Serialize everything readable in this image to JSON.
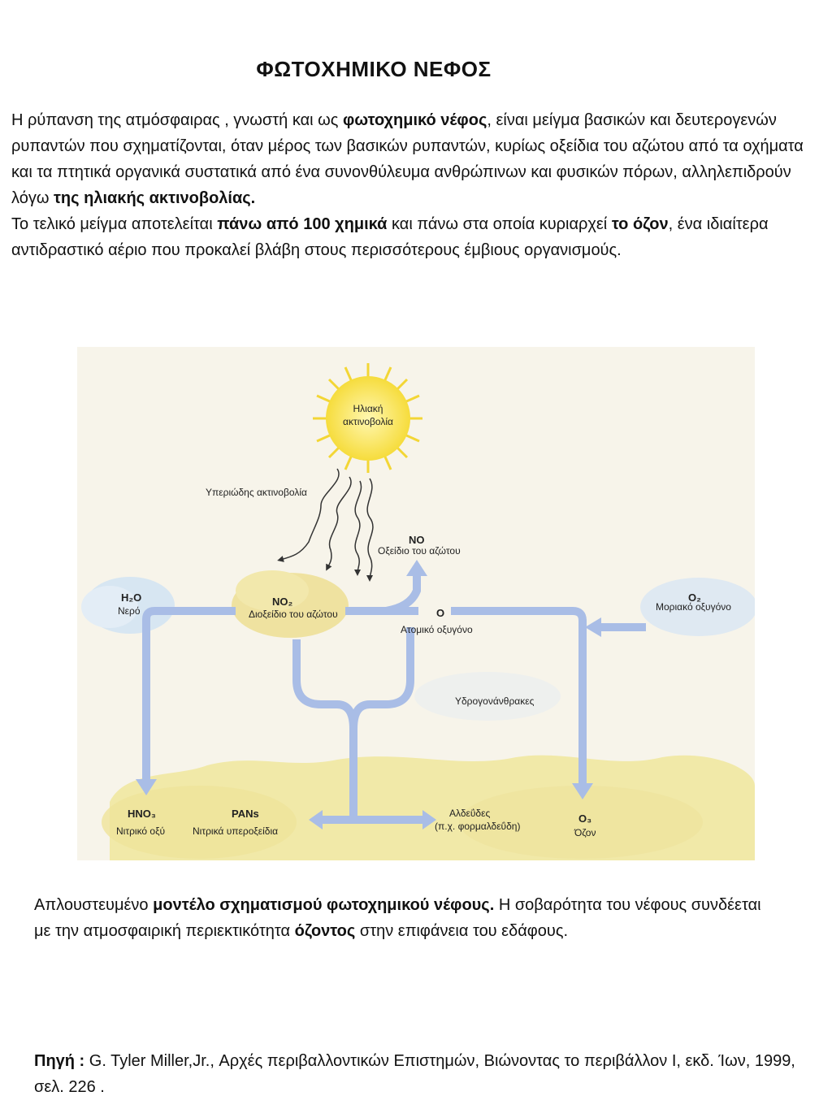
{
  "title": "ΦΩΤΟΧΗΜΙΚΟ ΝΕΦΟΣ",
  "intro": {
    "p1": [
      {
        "t": "Η ρύπανση της ατμόσφαιρας , γνωστή και ως ",
        "b": false
      },
      {
        "t": "φωτοχημικό νέφος",
        "b": true
      },
      {
        "t": ", είναι μείγμα βασικών και δευτερογενών ρυπαντών που σχηματίζονται, όταν μέρος των βασικών ρυπαντών, κυρίως οξείδια του αζώτου από τα οχήματα και τα πτητικά οργανικά συστατικά από ένα συνονθύλευμα ανθρώπινων και φυσικών πόρων, αλληλεπιδρούν λόγω ",
        "b": false
      },
      {
        "t": "της ηλιακής ακτινοβολίας.",
        "b": true
      }
    ],
    "p2": [
      {
        "t": "Το τελικό μείγμα αποτελείται ",
        "b": false
      },
      {
        "t": "πάνω από 100  χημικά",
        "b": true
      },
      {
        "t": " και πάνω στα οποία κυριαρχεί ",
        "b": false
      },
      {
        "t": "το όζον",
        "b": true
      },
      {
        "t": ", ένα ιδιαίτερα αντιδραστικό αέριο που προκαλεί βλάβη στους περισσότερους έμβιους οργανισμούς.",
        "b": false
      }
    ]
  },
  "diagram": {
    "sun_label_1": "Ηλιακή",
    "sun_label_2": "ακτινοβολία",
    "uv_label": "Υπεριώδης ακτινοβολία",
    "no_formula": "NO",
    "no_label": "Οξείδιο του αζώτου",
    "h2o_formula": "H₂O",
    "h2o_label": "Νερό",
    "no2_formula": "NO₂",
    "no2_label": "Διοξείδιο του αζώτου",
    "o_formula": "O",
    "o_label": "Ατομικό οξυγόνο",
    "o2_formula": "O₂",
    "o2_label": "Μοριακό οξυγόνο",
    "hydrocarbons_label": "Υδρογονάνθρακες",
    "hno3_formula": "HNO₃",
    "hno3_label": "Νιτρικό οξύ",
    "pans_formula": "PANs",
    "pans_label": "Νιτρικά υπεροξείδια",
    "aldehydes_label_1": "Αλδεΰδες",
    "aldehydes_label_2": "(π.χ. φορμαλδεΰδη)",
    "o3_formula": "O₃",
    "o3_label": "Όζον",
    "arrow_color": "#a9bde6",
    "sun_color": "#f6dc3c",
    "cloud_yellow": "#efe6a4",
    "cloud_blue": "#d7e6f2"
  },
  "caption": [
    {
      "t": "Απλουστευμένο ",
      "b": false
    },
    {
      "t": "μοντέλο σχηματισμού φωτοχημικού νέφους.",
      "b": true
    },
    {
      "t": " Η σοβαρότητα του νέφους συνδέεται με την ατμοσφαιρική περιεκτικότητα ",
      "b": false
    },
    {
      "t": "όζοντος",
      "b": true
    },
    {
      "t": " στην επιφάνεια του εδάφους.",
      "b": false
    }
  ],
  "source": [
    {
      "t": "Πηγή :",
      "b": true
    },
    {
      "t": " G. Tyler Miller,Jr., Αρχές περιβαλλοντικών Επιστημών, Βιώνοντας το περιβάλλον Ι, εκδ. Ίων, 1999, σελ. 226 .",
      "b": false
    }
  ]
}
